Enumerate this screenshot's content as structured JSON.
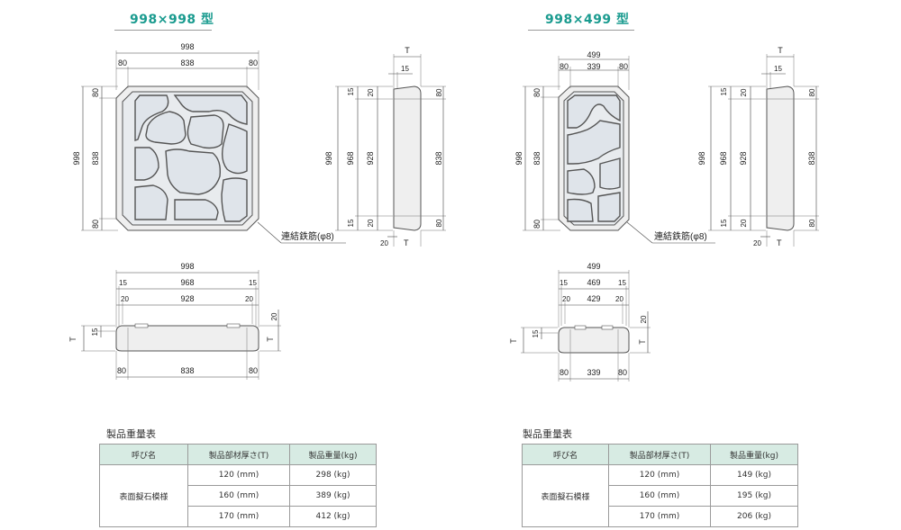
{
  "panels": {
    "left": {
      "title": "998×998 型",
      "front": {
        "total_w": "998",
        "w_left": "80",
        "w_mid": "838",
        "w_right": "80",
        "total_h": "998",
        "h_top": "80",
        "h_mid": "838",
        "h_bottom": "80"
      },
      "side": {
        "t_top": "T",
        "t_15": "15",
        "h_15_top": "15",
        "h_968": "968",
        "h_15_bot": "15",
        "h_20_top": "20",
        "h_928": "928",
        "h_20_bot": "20",
        "h_80_top": "80",
        "h_838": "838",
        "h_80_bot": "80",
        "b_20": "20",
        "b_T": "T"
      },
      "rebar_label": "連結鉄筋(φ8)",
      "bottom": {
        "total_w": "998",
        "w15a": "15",
        "w968": "968",
        "w15b": "15",
        "w20a": "20",
        "w928": "928",
        "w20b": "20",
        "w80a": "80",
        "w838": "838",
        "w80b": "80",
        "lT": "T",
        "l15": "15",
        "r20": "20",
        "rT": "T"
      },
      "table": {
        "caption": "製品重量表",
        "headers": [
          "呼び名",
          "製品部材厚さ(T)",
          "製品重量(kg)"
        ],
        "name": "表面擬石模様",
        "rows": [
          {
            "thickness": "120 (mm)",
            "weight": "298 (kg)"
          },
          {
            "thickness": "160 (mm)",
            "weight": "389 (kg)"
          },
          {
            "thickness": "170 (mm)",
            "weight": "412 (kg)"
          }
        ]
      }
    },
    "right": {
      "title": "998×499 型",
      "front": {
        "total_w": "499",
        "w_left": "80",
        "w_mid": "339",
        "w_right": "80",
        "total_h": "998",
        "h_top": "80",
        "h_mid": "838",
        "h_bottom": "80"
      },
      "side": {
        "t_top": "T",
        "t_15": "15",
        "h_15_top": "15",
        "h_968": "968",
        "h_15_bot": "15",
        "h_20_top": "20",
        "h_928": "928",
        "h_20_bot": "20",
        "h_80_top": "80",
        "h_838": "838",
        "h_80_bot": "80",
        "b_20": "20",
        "b_T": "T"
      },
      "rebar_label": "連結鉄筋(φ8)",
      "bottom": {
        "total_w": "499",
        "w15a": "15",
        "w968": "469",
        "w15b": "15",
        "w20a": "20",
        "w928": "429",
        "w20b": "20",
        "w80a": "80",
        "w838": "339",
        "w80b": "80",
        "lT": "T",
        "l15": "15",
        "r20": "20",
        "rT": "T"
      },
      "table": {
        "caption": "製品重量表",
        "headers": [
          "呼び名",
          "製品部材厚さ(T)",
          "製品重量(kg)"
        ],
        "name": "表面擬石模様",
        "rows": [
          {
            "thickness": "120 (mm)",
            "weight": "149 (kg)"
          },
          {
            "thickness": "160 (mm)",
            "weight": "195 (kg)"
          },
          {
            "thickness": "170 (mm)",
            "weight": "206 (kg)"
          }
        ]
      }
    }
  }
}
